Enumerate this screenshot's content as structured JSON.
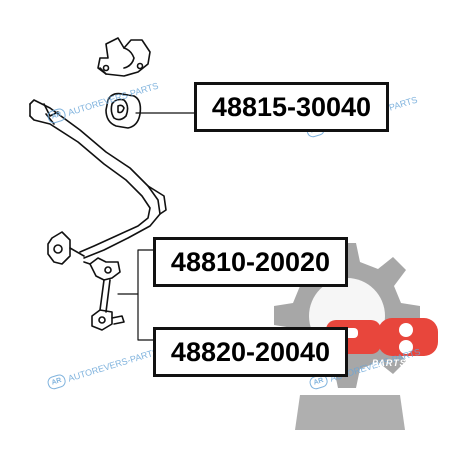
{
  "parts": [
    {
      "number": "48815-30040"
    },
    {
      "number": "48810-20020"
    },
    {
      "number": "48820-20040"
    }
  ],
  "watermark": {
    "text": "AUTOREVERS-PARTS",
    "logo_text": "AR",
    "color": "#6aa6d8"
  },
  "brand_logo": {
    "text": "R8",
    "suffix": "PARTS",
    "accent_color": "#e8463c",
    "gear_color": "#8a8a8a"
  },
  "line_color": "#111111"
}
